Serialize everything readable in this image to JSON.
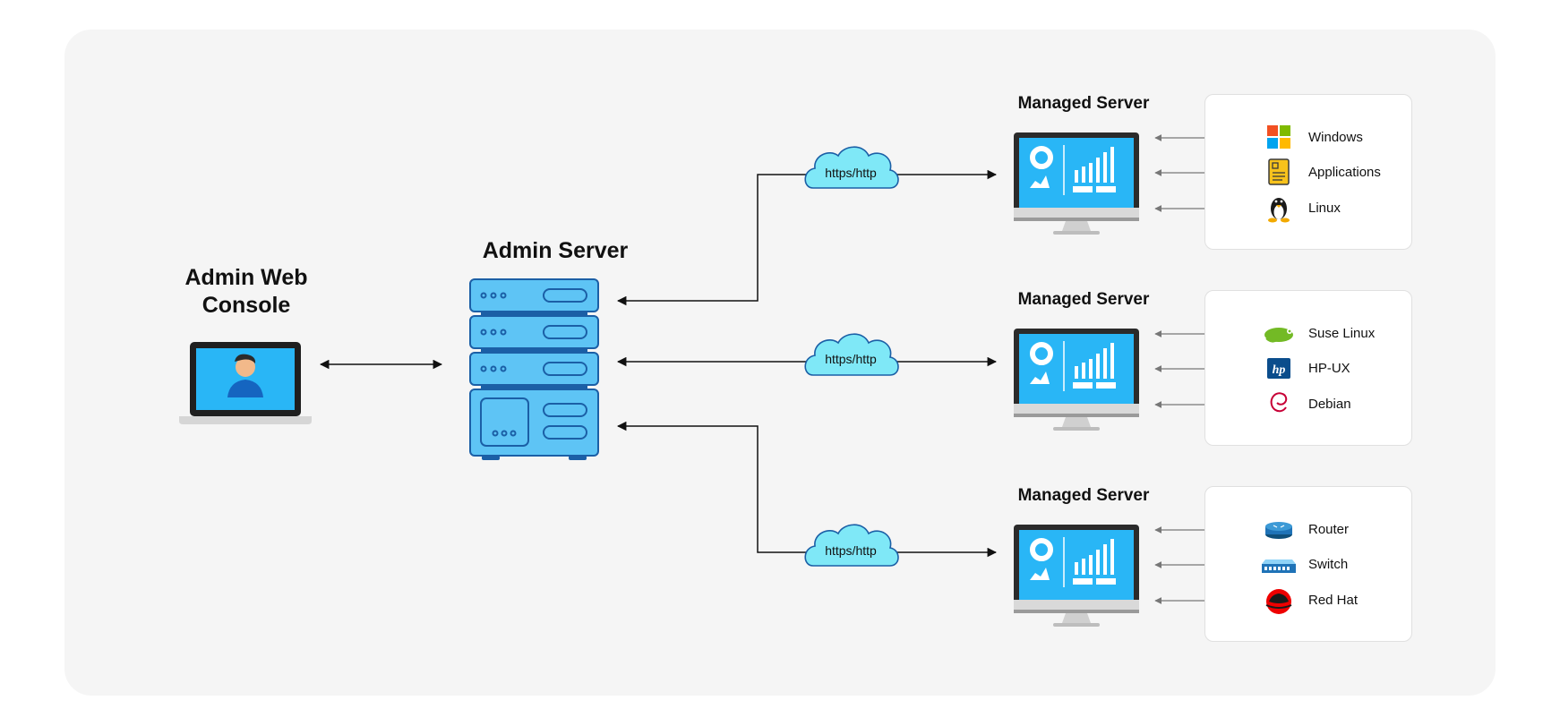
{
  "diagram": {
    "console": {
      "title_line1": "Admin Web",
      "title_line2": "Console"
    },
    "admin": {
      "title": "Admin Server"
    },
    "protocol_label": "https/http",
    "managed_servers": [
      {
        "title": "Managed Server",
        "items": [
          {
            "label": "Windows",
            "icon": "windows-icon"
          },
          {
            "label": "Applications",
            "icon": "applications-icon"
          },
          {
            "label": "Linux",
            "icon": "linux-icon"
          }
        ]
      },
      {
        "title": "Managed Server",
        "items": [
          {
            "label": "Suse Linux",
            "icon": "suse-icon"
          },
          {
            "label": "HP-UX",
            "icon": "hp-icon"
          },
          {
            "label": "Debian",
            "icon": "debian-icon"
          }
        ]
      },
      {
        "title": "Managed Server",
        "items": [
          {
            "label": "Router",
            "icon": "router-icon"
          },
          {
            "label": "Switch",
            "icon": "switch-icon"
          },
          {
            "label": "Red Hat",
            "icon": "redhat-icon"
          }
        ]
      }
    ],
    "colors": {
      "server_blue": "#5ec4f5",
      "server_stroke": "#1b5fa6",
      "cloud": "#7fe8f7",
      "screen": "#29b6f6",
      "panel": "#f5f5f5"
    }
  }
}
